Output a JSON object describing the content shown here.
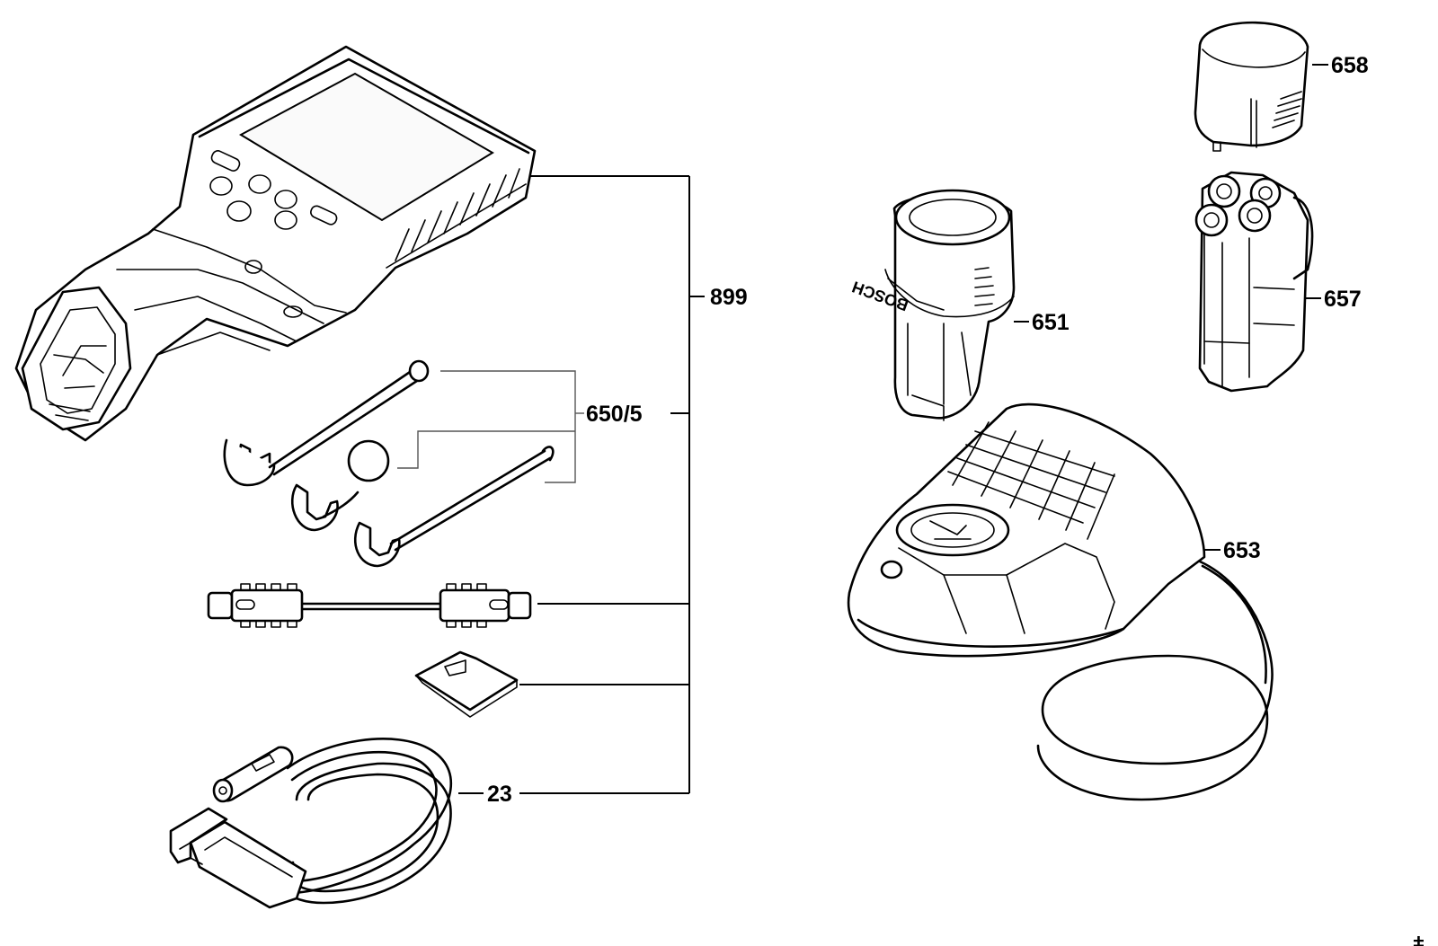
{
  "labels": {
    "p899": "899",
    "p650_5": "650/5",
    "p23": "23",
    "p651": "651",
    "p653": "653",
    "p657": "657",
    "p658": "658",
    "corner_mark": "ǂ"
  },
  "brand_marking": "BOSCH"
}
